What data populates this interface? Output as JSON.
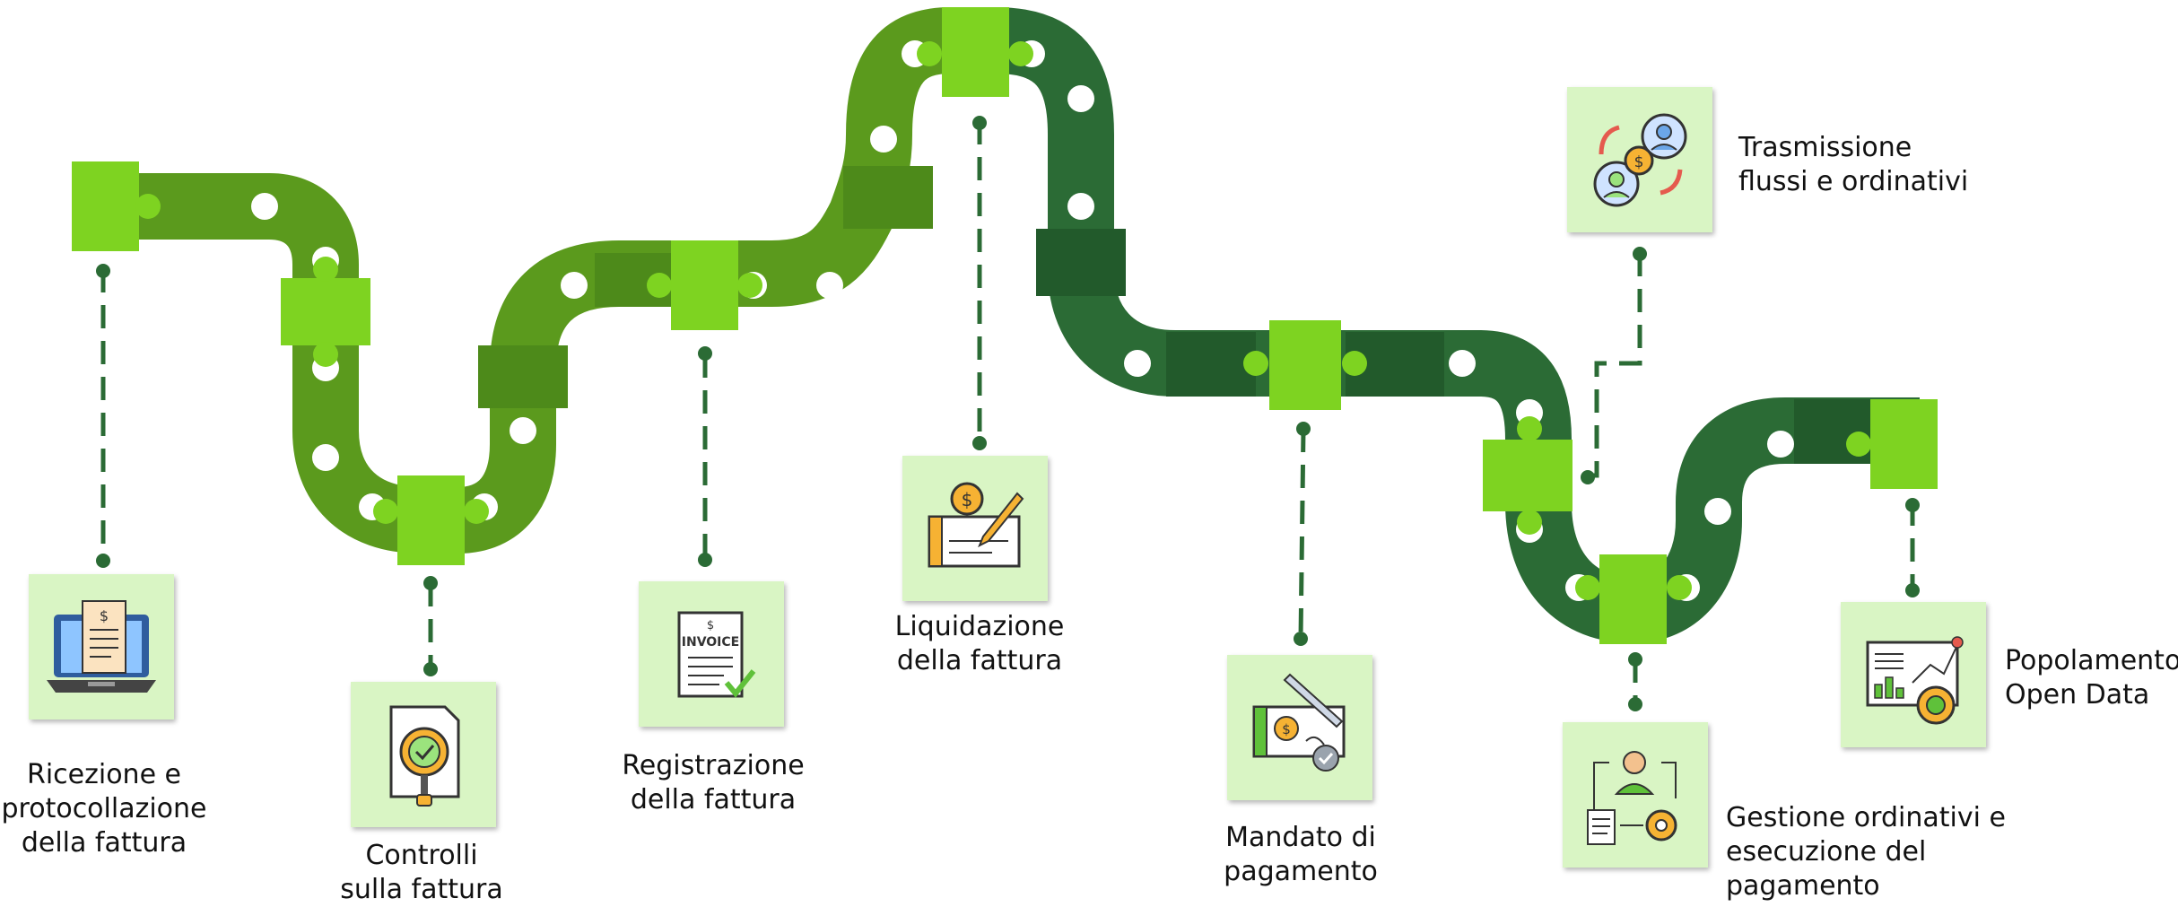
{
  "colors": {
    "light_green": "#7ed321",
    "mid_green": "#5b9a1d",
    "dark_green": "#2b6b35",
    "connector": "#2b6b35",
    "card_bg": "#d9f5c4"
  },
  "steps": [
    {
      "label": "Ricezione e\nprotocollazione\ndella fattura",
      "icon": "laptop-invoice-icon"
    },
    {
      "label": "Controlli\nsulla fattura",
      "icon": "document-check-icon"
    },
    {
      "label": "Registrazione\ndella fattura",
      "icon": "invoice-icon"
    },
    {
      "label": "Liquidazione\ndella fattura",
      "icon": "check-writing-icon"
    },
    {
      "label": "Mandato di\npagamento",
      "icon": "payment-mandate-icon"
    },
    {
      "label": "Trasmissione\nflussi e ordinativi",
      "icon": "money-transfer-icon"
    },
    {
      "label": "Gestione ordinativi e\nesecuzione del\npagamento",
      "icon": "workflow-icon"
    },
    {
      "label": "Popolamento\nOpen Data",
      "icon": "analytics-icon"
    }
  ],
  "icon_texts": {
    "invoice": "INVOICE",
    "currency": "$"
  }
}
